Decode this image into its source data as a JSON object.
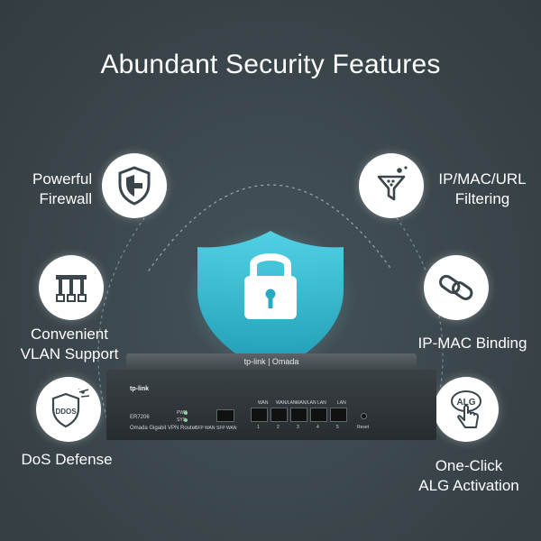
{
  "title": "Abundant Security Features",
  "features": {
    "firewall": [
      "Powerful",
      "Firewall"
    ],
    "filtering": [
      "IP/MAC/URL",
      "Filtering"
    ],
    "vlan": [
      "Convenient",
      "VLAN Support"
    ],
    "binding": [
      "IP-MAC Binding"
    ],
    "dos": [
      "DoS Defense"
    ],
    "alg": [
      "One-Click",
      "ALG Activation"
    ]
  },
  "icons": {
    "firewall": "shield-icon",
    "filtering": "filter-icon",
    "vlan": "vlan-icon",
    "binding": "link-icon",
    "dos": "ddos-icon",
    "alg": "alg-touch-icon"
  },
  "icon_text": {
    "ddos": "DDOS",
    "alg": "ALG"
  },
  "router": {
    "brand_top": "tp-link | Omada",
    "brand_face": "tp-link",
    "model": "ER7206",
    "subtitle": "Omada Gigabit VPN Router",
    "led_labels": [
      "PWR",
      "SYS"
    ],
    "sfp_labels": [
      "SFP WAN",
      "SFP WAN"
    ],
    "port_group_labels": [
      "WAN",
      "WAN/LAN",
      "WAN/LAN",
      "LAN",
      "LAN"
    ],
    "port_numbers": [
      "1",
      "2",
      "3",
      "4",
      "5"
    ],
    "reset_label": "Reset"
  },
  "colors": {
    "background": "#3b474c",
    "accent": "#3ec6dc",
    "text": "#ffffff"
  }
}
